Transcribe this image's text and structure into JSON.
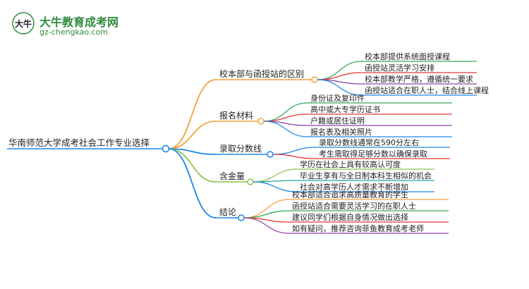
{
  "logo": {
    "title": "大牛教育成考网",
    "url": "gz-chengkao.com",
    "mark_text": "大牛"
  },
  "root": {
    "label": "华南师范大学成考社会工作专业选择"
  },
  "branches": [
    {
      "label": "校本部与函授站的区别",
      "color": "#f4a23b",
      "leaves": [
        {
          "label": "校本部提供系统面授课程",
          "color": "#34a853"
        },
        {
          "label": "函授站灵活学习安排",
          "color": "#e53935"
        },
        {
          "label": "校本部教学严格，遵循统一要求",
          "color": "#8e44ad"
        },
        {
          "label": "函授站适合在职人士，结合线上课程",
          "color": "#1e88e5"
        }
      ]
    },
    {
      "label": "报名材料",
      "color": "#f4a23b",
      "leaves": [
        {
          "label": "身份证及复印件",
          "color": "#34a853"
        },
        {
          "label": "高中或大专学历证书",
          "color": "#e53935"
        },
        {
          "label": "户籍或居住证明",
          "color": "#8e44ad"
        },
        {
          "label": "报名表及相关照片",
          "color": "#1e88e5"
        }
      ]
    },
    {
      "label": "录取分数线",
      "color": "#1e88e5",
      "leaves": [
        {
          "label": "录取分数线通常在590分左右",
          "color": "#1e88e5"
        },
        {
          "label": "考生需取得足够分数以确保录取",
          "color": "#e53935"
        }
      ]
    },
    {
      "label": "含金量",
      "color": "#8bc34a",
      "leaves": [
        {
          "label": "学历在社会上具有较高认可度",
          "color": "#8bc34a"
        },
        {
          "label": "毕业生享有与全日制本科生相似的机会",
          "color": "#26a69a"
        },
        {
          "label": "社会对高学历人才需求不断增加",
          "color": "#1e88e5"
        }
      ]
    },
    {
      "label": "结论",
      "color": "#1e88e5",
      "leaves": [
        {
          "label": "校本部适合追求高质量教育的学生",
          "color": "#f4a23b"
        },
        {
          "label": "函授站适合需要灵活学习的在职人士",
          "color": "#34a853"
        },
        {
          "label": "建议同学们根据自身情况做出选择",
          "color": "#e53935"
        },
        {
          "label": "如有疑问，推荐咨询菲鱼教育成考老师",
          "color": "#8e44ad"
        }
      ]
    }
  ]
}
